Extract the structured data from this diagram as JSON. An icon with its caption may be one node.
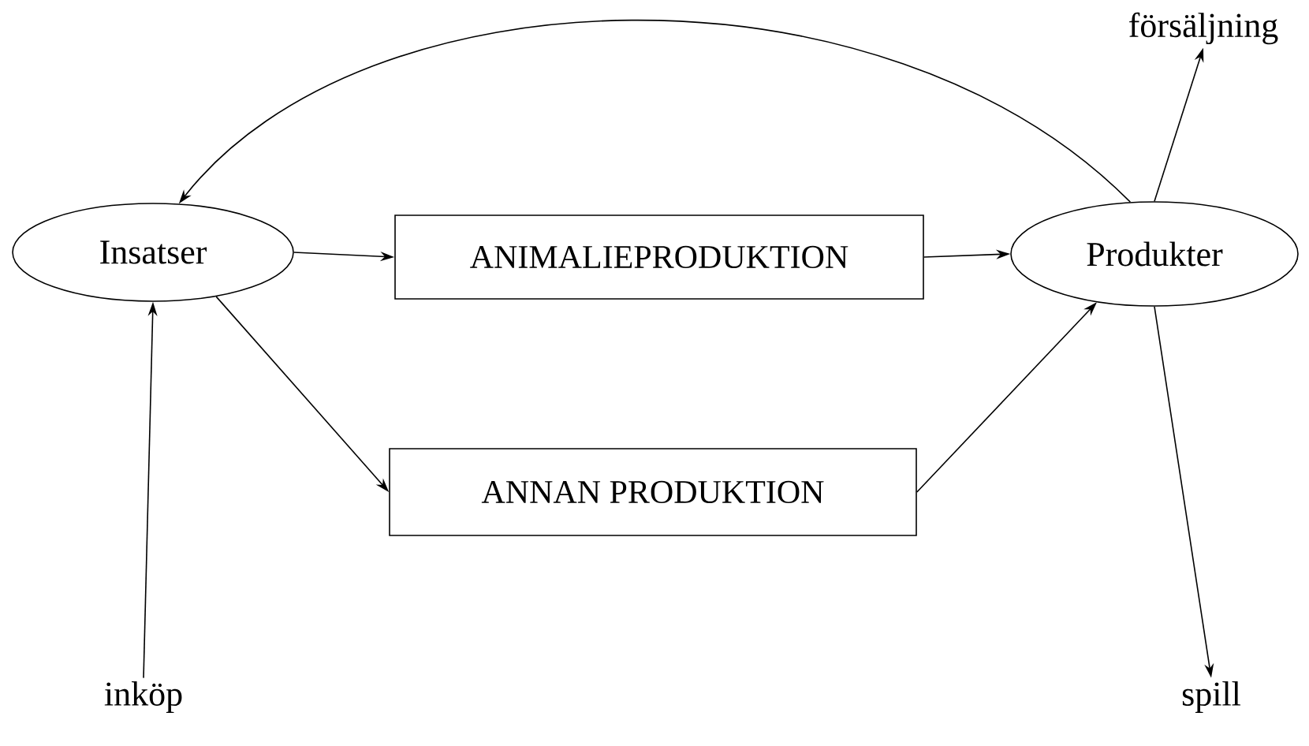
{
  "diagram": {
    "nodes": [
      {
        "text": [
          "Insatser"
        ]
      },
      {
        "text": [
          "ANIMALIEPRODUKTION"
        ]
      },
      {
        "text": [
          "Produkter"
        ]
      },
      {
        "text": [
          "ANNAN PRODUKTION"
        ]
      },
      {
        "text": [
          "försäljning"
        ]
      },
      {
        "text": [
          "inköp"
        ]
      },
      {
        "text": [
          "spill"
        ]
      }
    ],
    "edges": [
      {
        "from": 2,
        "to": 0,
        "arrow": "to"
      },
      {
        "from": 0,
        "to": 1,
        "arrow": "to"
      },
      {
        "from": 1,
        "to": 2,
        "arrow": "to"
      },
      {
        "from": 0,
        "to": 3,
        "arrow": "to"
      },
      {
        "from": 3,
        "to": 2,
        "arrow": "to"
      },
      {
        "from": 5,
        "to": 0,
        "arrow": "to"
      },
      {
        "from": 2,
        "to": 4,
        "arrow": "to"
      },
      {
        "from": 2,
        "to": 6,
        "arrow": "to"
      }
    ]
  }
}
